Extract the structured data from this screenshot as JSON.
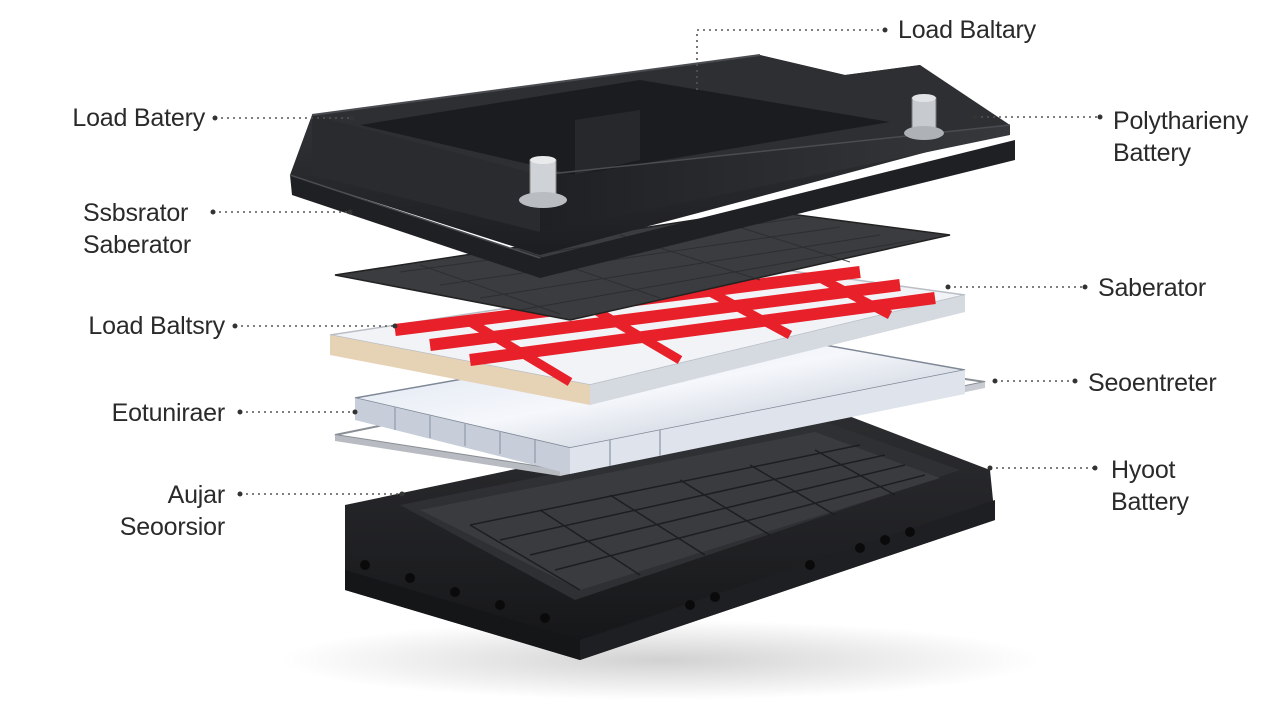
{
  "labels": {
    "top_center": "Load Baltary",
    "left_1": "Load Batery",
    "left_2_line1": "Ssbsrator",
    "left_2_line2": "Saberator",
    "left_3": "Load Baltsry",
    "left_4": "Eotuniraer",
    "left_5_line1": "Aujar",
    "left_5_line2": "Seoorsior",
    "right_1_line1": "Polytharieny",
    "right_1_line2": "Battery",
    "right_2": "Saberator",
    "right_3": "Seoentreter",
    "right_4_line1": "Hyoot",
    "right_4_line2": "Battery"
  },
  "colors": {
    "case": "#2b2d30",
    "separator_sheet": "#3a3a3a",
    "red_cell_stripe": "#e8202a",
    "electrode_plate": "#eef0f4",
    "tray": "#232427",
    "leader_line": "#555555"
  }
}
